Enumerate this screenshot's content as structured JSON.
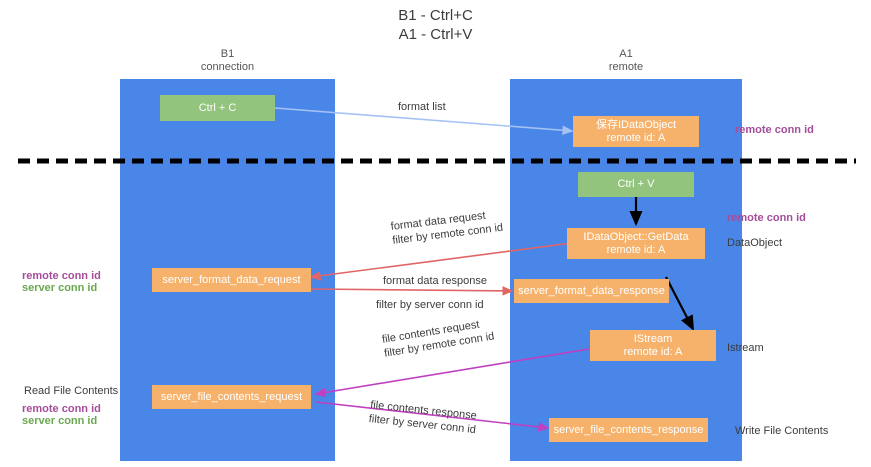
{
  "title": {
    "line1": "B1 - Ctrl+C",
    "line2": "A1 - Ctrl+V"
  },
  "columns": [
    {
      "name": "B1",
      "role": "connection"
    },
    {
      "name": "A1",
      "role": "remote"
    }
  ],
  "boxes": {
    "ctrl_c": {
      "label": "Ctrl + C"
    },
    "ctrl_v": {
      "label": "Ctrl + V"
    },
    "save_dataobject": {
      "line1": "保存IDataObject",
      "line2": "remote id: A"
    },
    "getdata": {
      "line1": "IDataObject::GetData",
      "line2": "remote id: A"
    },
    "istream": {
      "line1": "IStream",
      "line2": "remote id: A"
    },
    "server_format_data_request": {
      "label": "server_format_data_request"
    },
    "server_format_data_response": {
      "label": "server_format_data_response"
    },
    "server_file_contents_request": {
      "label": "server_file_contents_request"
    },
    "server_file_contents_response": {
      "label": "server_file_contents_response"
    }
  },
  "arrow_labels": {
    "format_list": "format list",
    "format_data_request": "format data request",
    "format_data_response": "format data response",
    "file_contents_request": "file contents request",
    "file_contents_response": "file contents response",
    "filter_by": "filter by ",
    "remote_conn_id": "remote conn id",
    "server_conn_id": "server conn id"
  },
  "side_labels": {
    "right_remote_conn_id_top": "remote conn id",
    "right_remote_conn_id_mid": "remote conn id",
    "dataobject": "DataObject",
    "istream": "Istream",
    "write_file_contents": "Write File Contents",
    "left_remote_conn_id_mid": "remote conn id",
    "left_server_conn_id_mid": "server conn id",
    "read_file_contents": "Read File Contents",
    "left_remote_conn_id_bot": "remote conn id",
    "left_server_conn_id_bot": "server conn id"
  },
  "colors": {
    "lane": "#4a86e8",
    "green_box": "#93c47d",
    "orange_box": "#f6b26b",
    "purple_text": "#a64d9a",
    "green_text": "#6aa84f",
    "light_blue_arrow": "#a4c2f4",
    "red_arrow": "#e06666",
    "magenta_arrow": "#c13fc1",
    "black_arrow": "#000000",
    "divider": "#000000"
  }
}
